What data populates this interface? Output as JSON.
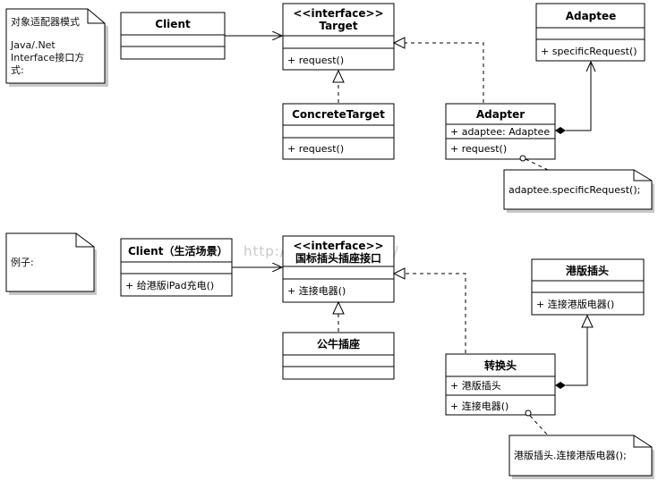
{
  "watermark": "http://blog.csdn.net/",
  "top": {
    "note_title": "对象适配器模式",
    "note_line1": "Java/.Net",
    "note_line2": "Interface接口方",
    "note_line3": "式:",
    "client": {
      "name": "Client"
    },
    "target": {
      "stereotype": "<<interface>>",
      "name": "Target",
      "method": "+ request()"
    },
    "concrete": {
      "name": "ConcreteTarget",
      "method": "+ request()"
    },
    "adaptee": {
      "name": "Adaptee",
      "method": "+ specificRequest()"
    },
    "adapter": {
      "name": "Adapter",
      "field": "+ adaptee: Adaptee",
      "method": "+ request()"
    },
    "code_note": "adaptee.specificRequest();"
  },
  "bottom": {
    "note_title": "例子:",
    "client": {
      "name": "Client（生活场景）",
      "method": "+ 给港版iPad充电()"
    },
    "target": {
      "stereotype": "<<interface>>",
      "name": "国标插头插座接口",
      "method": "+ 连接电器()"
    },
    "concrete": {
      "name": "公牛插座"
    },
    "adaptee": {
      "name": "港版插头",
      "method": "+ 连接港版电器()"
    },
    "adapter": {
      "name": "转换头",
      "field": "+ 港版插头",
      "method": "+ 连接电器()"
    },
    "code_note": "港版插头.连接港版电器();"
  }
}
